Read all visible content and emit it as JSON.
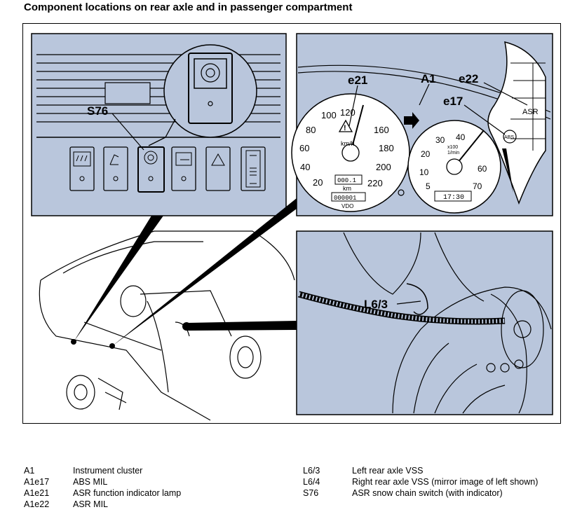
{
  "title": "Component locations on rear axle and in passenger compartment",
  "colors": {
    "panel": "#b9c6dc",
    "line": "#000000",
    "background": "#ffffff"
  },
  "callouts": {
    "s76": "S76",
    "e21": "e21",
    "a1": "A1",
    "e22": "e22",
    "e17": "e17",
    "l63": "L6/3"
  },
  "cluster": {
    "speedo_numbers": [
      "20",
      "40",
      "60",
      "80",
      "100",
      "120",
      "160",
      "180",
      "200",
      "220"
    ],
    "speedo_unit": "km/h",
    "trip": "000.1",
    "odo_unit": "km",
    "odo": "000001",
    "brand": "VDO",
    "tach_numbers": [
      "5",
      "10",
      "20",
      "30",
      "40",
      "60",
      "70"
    ],
    "tach_scale": "x100",
    "tach_unit": "1/min",
    "clock": "17:30",
    "abs_label": "ABS",
    "asr_label": "ASR"
  },
  "legend": {
    "left": [
      {
        "code": "A1",
        "desc": "Instrument cluster"
      },
      {
        "code": "A1e17",
        "desc": "ABS MIL"
      },
      {
        "code": "A1e21",
        "desc": "ASR function indicator lamp"
      },
      {
        "code": "A1e22",
        "desc": "ASR MIL"
      }
    ],
    "right": [
      {
        "code": "L6/3",
        "desc": "Left rear axle VSS"
      },
      {
        "code": "L6/4",
        "desc": "Right rear axle VSS (mirror image of left shown)"
      },
      {
        "code": "S76",
        "desc": "ASR snow chain switch (with indicator)"
      }
    ]
  }
}
